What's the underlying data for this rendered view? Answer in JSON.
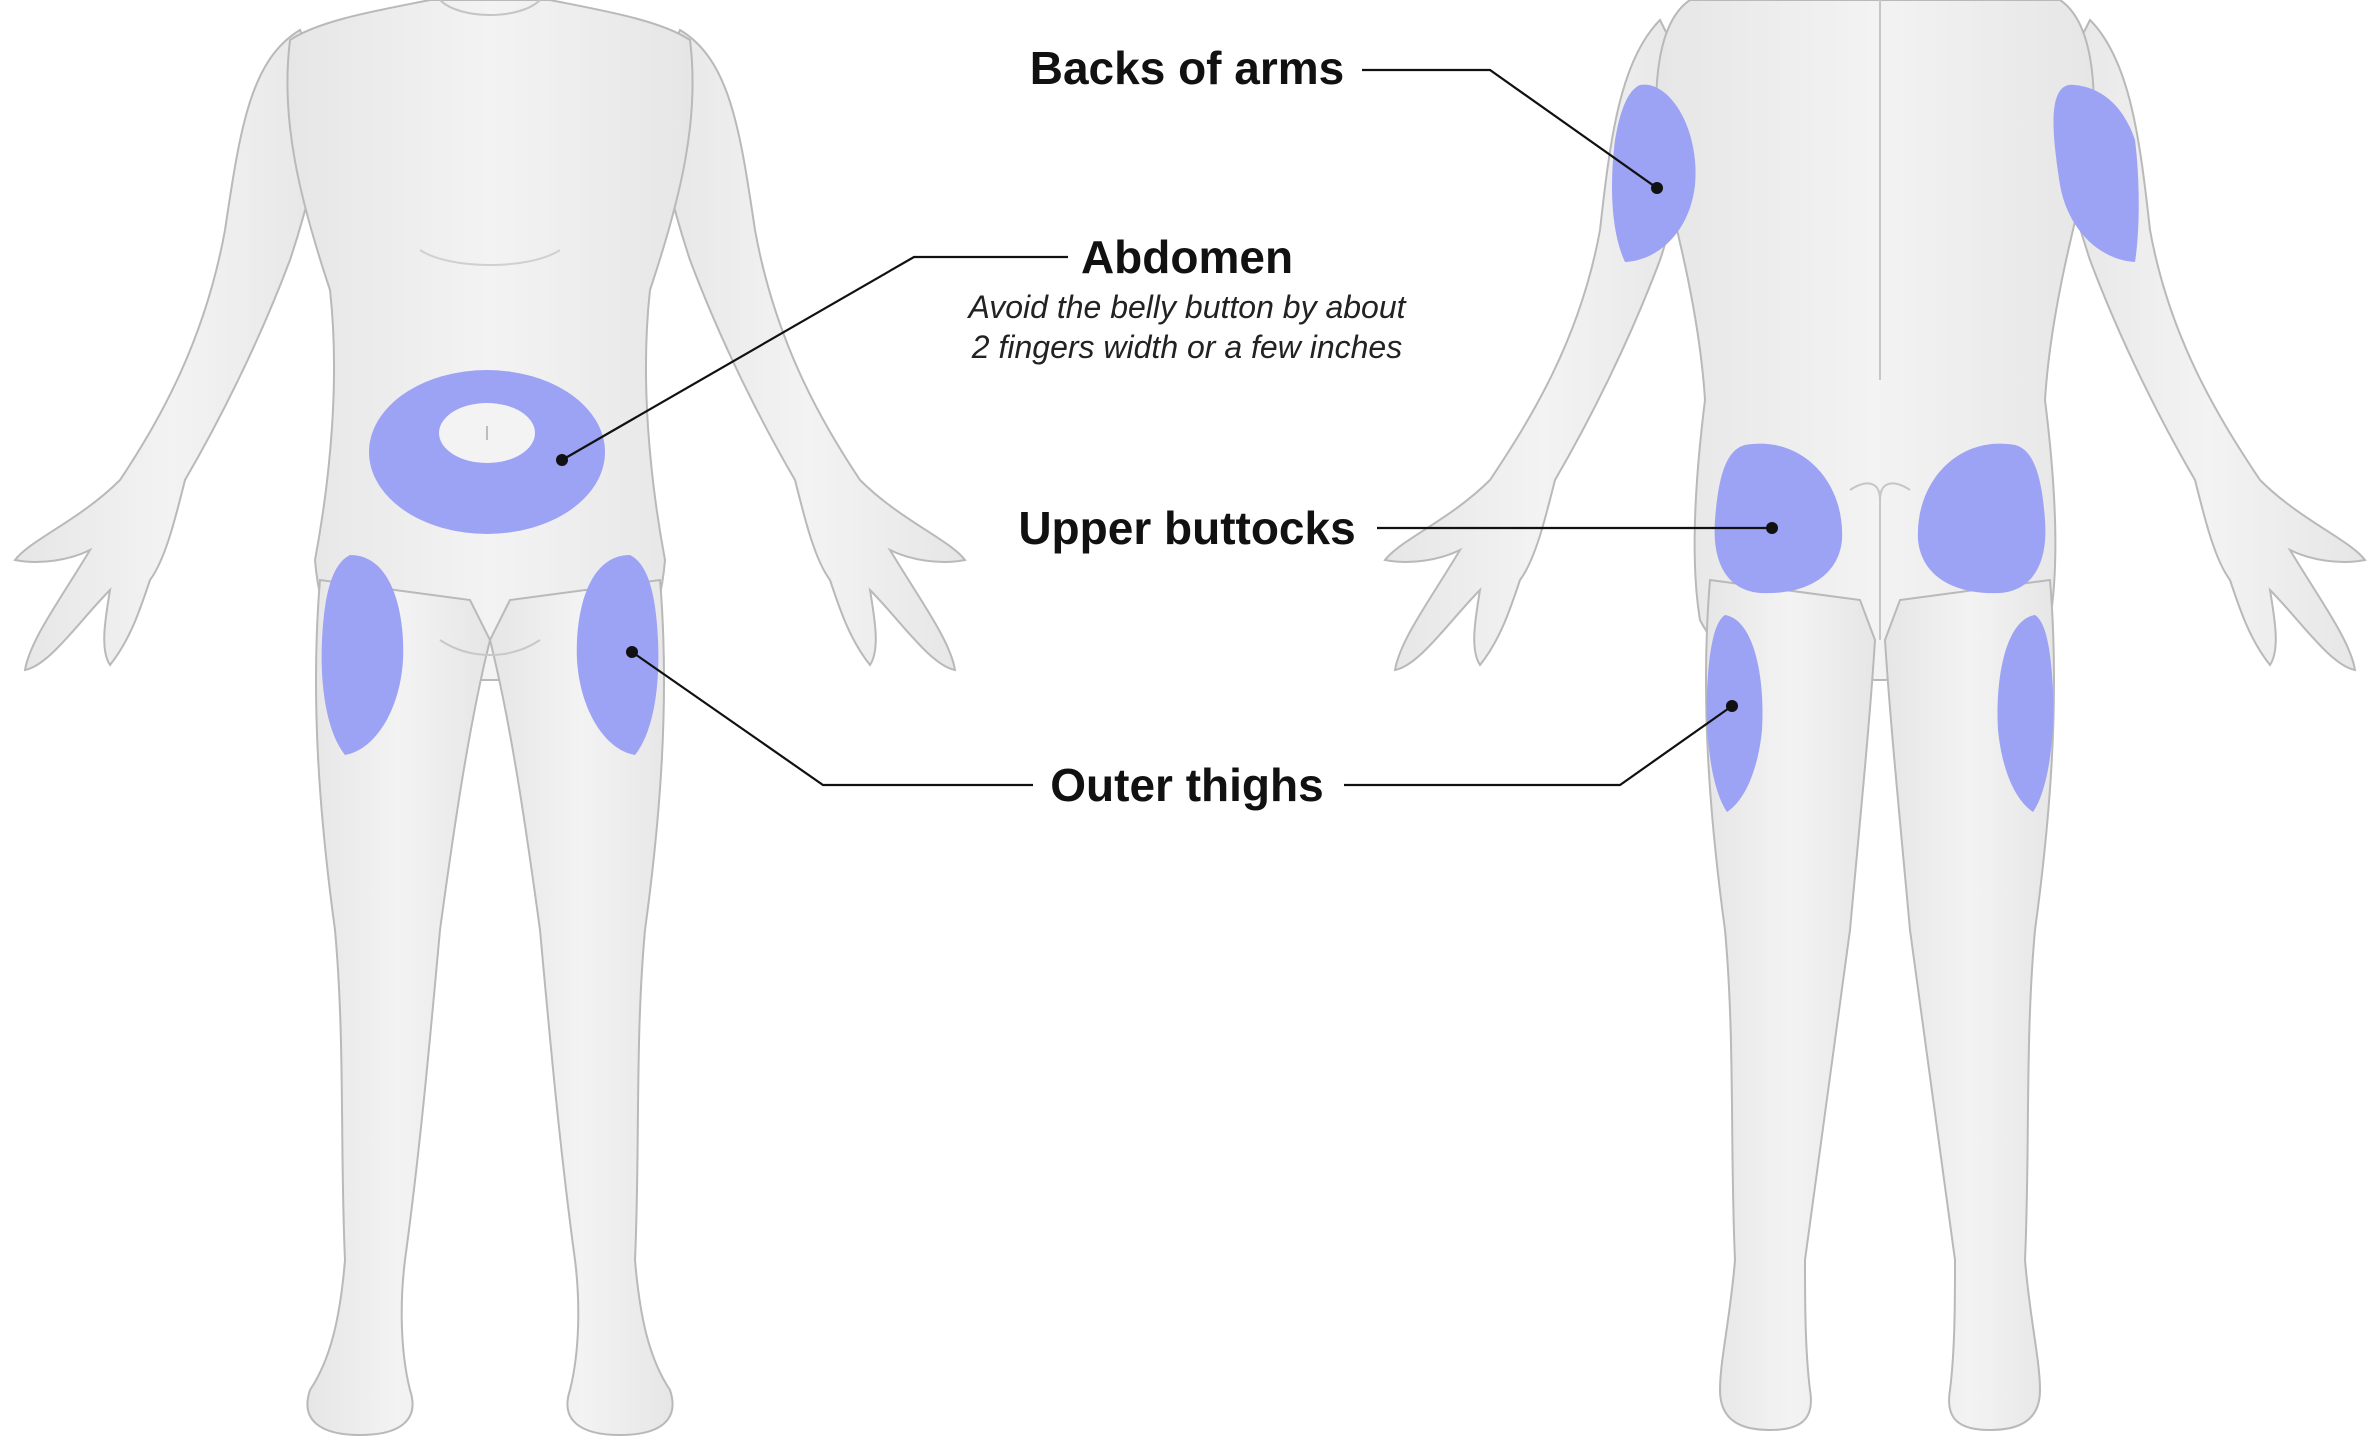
{
  "colors": {
    "background": "#ffffff",
    "skin": "#efefef",
    "skin_shadow": "#d9d9d9",
    "skin_outline": "#b9b9b9",
    "injection_zone": "#9ca3f4",
    "leader_line": "#111111",
    "label_text": "#111111"
  },
  "labels": {
    "backs_of_arms": "Backs of arms",
    "abdomen": "Abdomen",
    "abdomen_note_line1": "Avoid the belly button by about",
    "abdomen_note_line2": "2 fingers width or a few inches",
    "upper_buttocks": "Upper buttocks",
    "outer_thighs": "Outer thighs"
  },
  "figures": {
    "front": "front-body-view",
    "back": "back-body-view"
  }
}
